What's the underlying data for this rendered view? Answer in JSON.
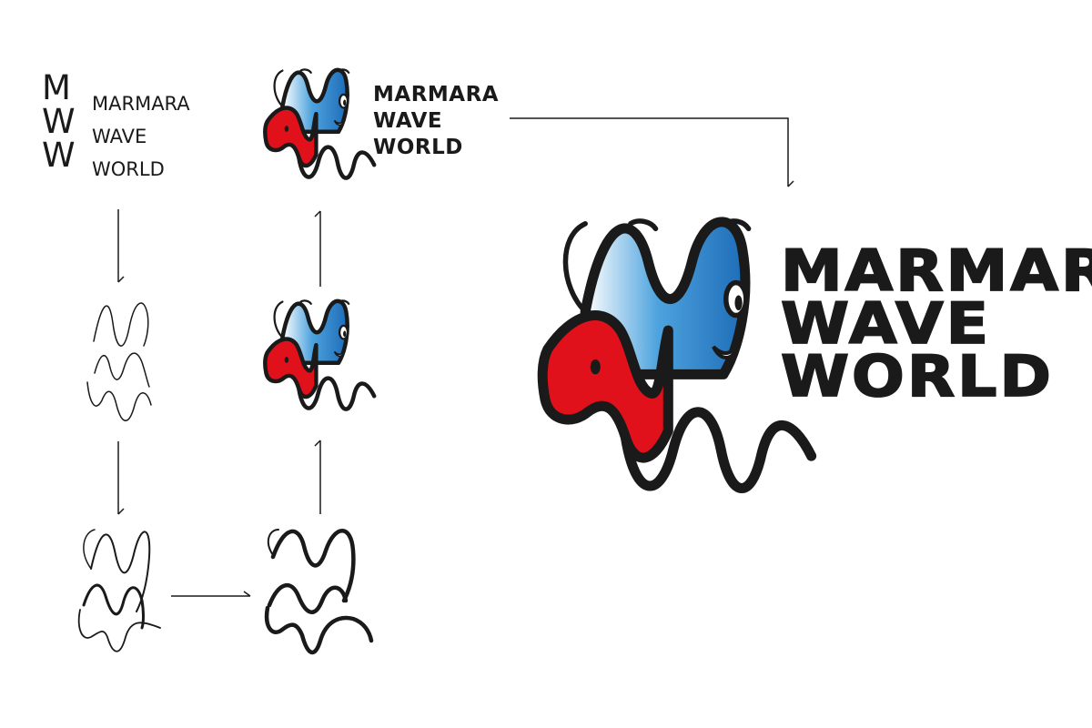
{
  "stacked_initials": [
    "M",
    "W",
    "W"
  ],
  "wordmark_thin": [
    "MARMARA",
    "WAVE",
    "WORLD"
  ],
  "wordmark_bold_small": [
    "MARMARA",
    "WAVE",
    "WORLD"
  ],
  "wordmark_bold_large": [
    "MARMARA",
    "WAVE",
    "WORLD"
  ],
  "colors": {
    "outline": "#1a1a1a",
    "blue_light": "#e8f3fb",
    "blue_mid": "#3b95d6",
    "blue_dark": "#1d6cb8",
    "red": "#e0111b",
    "white": "#ffffff"
  },
  "icons": [
    "arrow-icon",
    "wave-sketch-icon",
    "wave-mascot-icon"
  ]
}
